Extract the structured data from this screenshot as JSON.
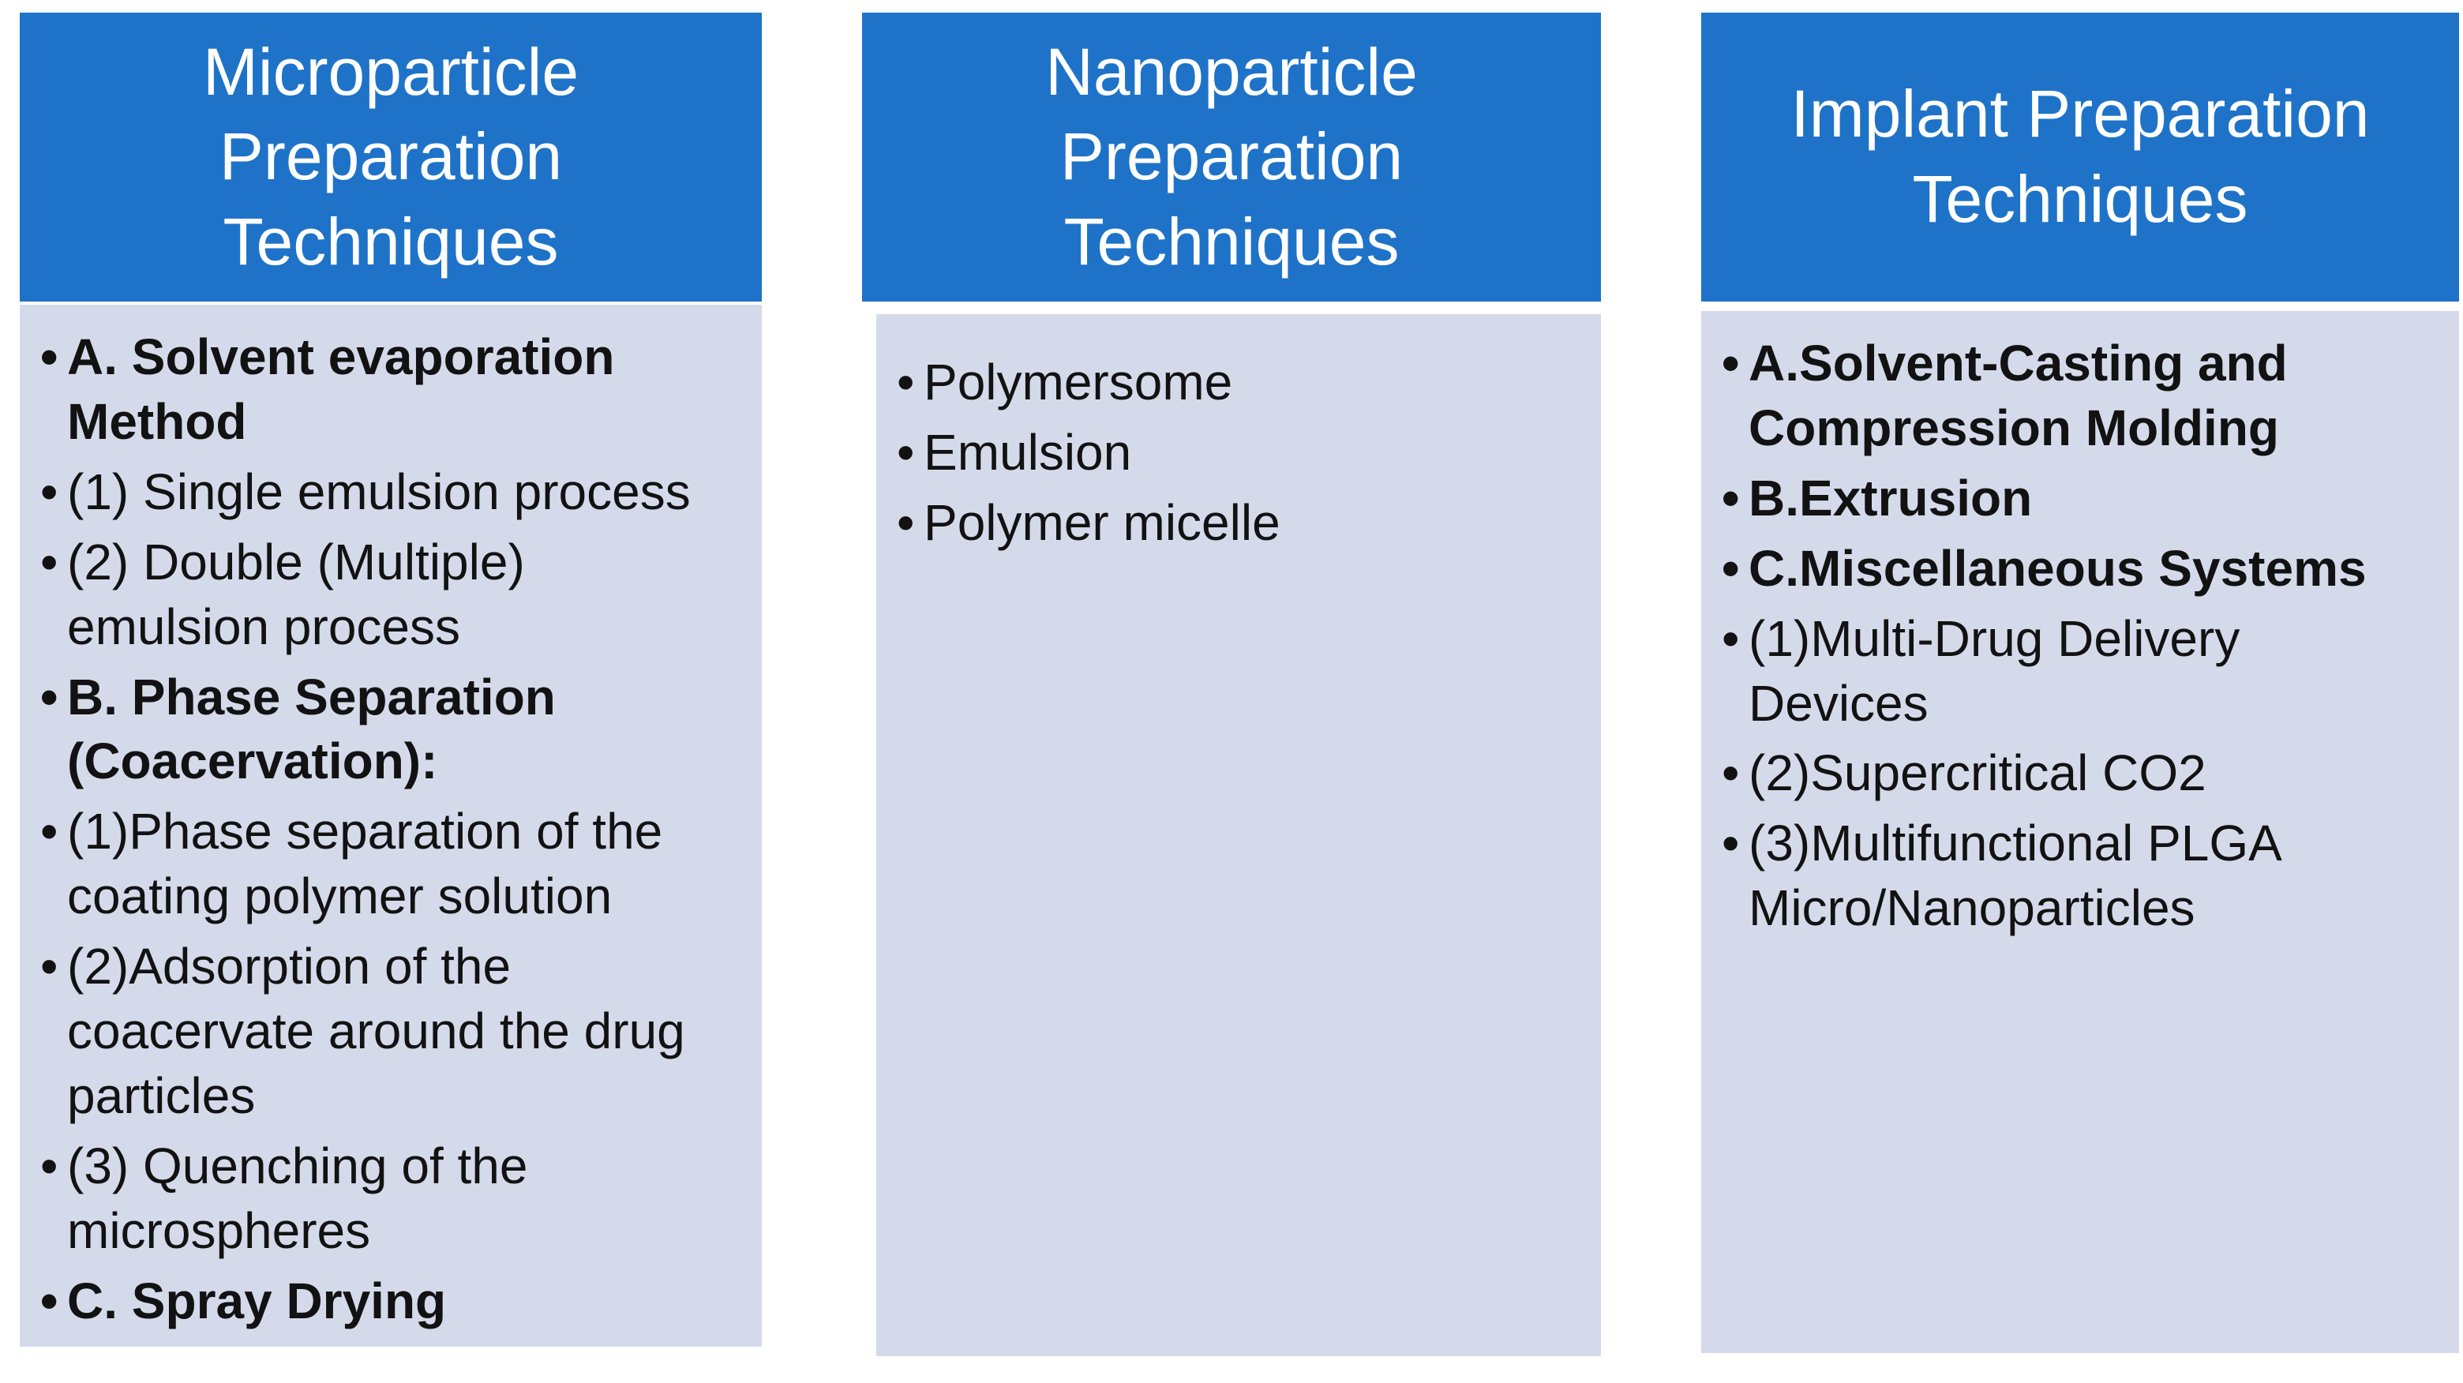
{
  "figure": {
    "bullet_glyph": "•",
    "colors": {
      "header_background": "#1E73C8",
      "header_text": "#FFFFFF",
      "panel_background": "#D5DAEB",
      "item_text": "#121212",
      "page_background": "#FFFFFF"
    },
    "columns": [
      {
        "title": "Microparticle Preparation Techniques",
        "items": [
          {
            "text": "A. Solvent evaporation Method",
            "bold": true
          },
          {
            "text": "(1) Single emulsion process",
            "bold": false
          },
          {
            "text": "(2) Double (Multiple) emulsion process",
            "bold": false
          },
          {
            "text": "B. Phase Separation (Coacervation):",
            "bold": true
          },
          {
            "text": "(1)Phase separation of the coating polymer solution",
            "bold": false
          },
          {
            "text": "(2)Adsorption of the coacervate around the drug particles",
            "bold": false
          },
          {
            "text": "(3) Quenching of the microspheres",
            "bold": false
          },
          {
            "text": "C. Spray Drying",
            "bold": true
          }
        ]
      },
      {
        "title": "Nanoparticle Preparation Techniques",
        "items": [
          {
            "text": "Polymersome",
            "bold": false
          },
          {
            "text": "Emulsion",
            "bold": false
          },
          {
            "text": "Polymer micelle",
            "bold": false
          }
        ]
      },
      {
        "title": "Implant Preparation Techniques",
        "items": [
          {
            "text": "A.Solvent-Casting and Compression Molding",
            "bold": true
          },
          {
            "text": "B.Extrusion",
            "bold": true
          },
          {
            "text": "C.Miscellaneous Systems",
            "bold": true
          },
          {
            "text": "(1)Multi-Drug Delivery Devices",
            "bold": false
          },
          {
            "text": "(2)Supercritical CO2",
            "bold": false
          },
          {
            "text": "(3)Multifunctional PLGA Micro/Nanoparticles",
            "bold": false
          }
        ]
      }
    ]
  }
}
